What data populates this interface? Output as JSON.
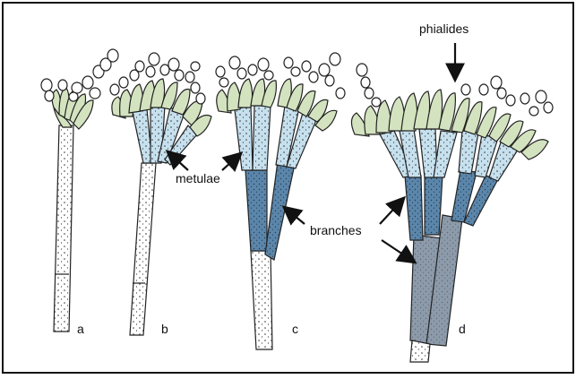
{
  "labels": {
    "phialides": "phialides",
    "metulae": "metulae",
    "branches": "branches"
  },
  "panels": [
    {
      "letter": "a"
    },
    {
      "letter": "b"
    },
    {
      "letter": "c"
    },
    {
      "letter": "d"
    }
  ],
  "colors": {
    "phialide": "#d3e3bf",
    "metula": "#c6e0ee",
    "branch": "#5b86ab",
    "stipe_d": "#8c9aaa",
    "border": "#111111"
  }
}
